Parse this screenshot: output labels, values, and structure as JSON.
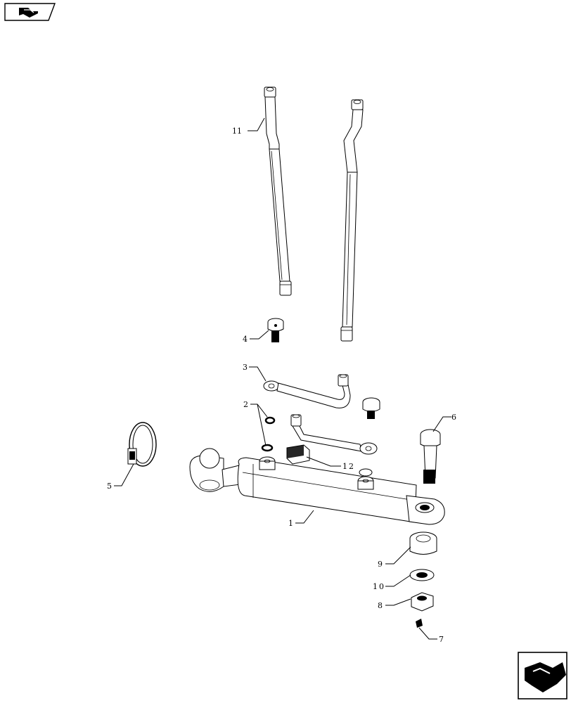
{
  "diagram": {
    "callouts": [
      {
        "id": "c11",
        "label": "11"
      },
      {
        "id": "c4",
        "label": "4"
      },
      {
        "id": "c3",
        "label": "3"
      },
      {
        "id": "c2",
        "label": "2"
      },
      {
        "id": "c6",
        "label": "6"
      },
      {
        "id": "c12",
        "label": "12"
      },
      {
        "id": "c5",
        "label": "5"
      },
      {
        "id": "c1",
        "label": "1"
      },
      {
        "id": "c9",
        "label": "9"
      },
      {
        "id": "c10",
        "label": "10"
      },
      {
        "id": "c8",
        "label": "8"
      },
      {
        "id": "c7",
        "label": "7"
      }
    ]
  },
  "navigation": {
    "top_left_icon": "back-to-index-icon",
    "bottom_right_icon": "next-page-icon"
  }
}
